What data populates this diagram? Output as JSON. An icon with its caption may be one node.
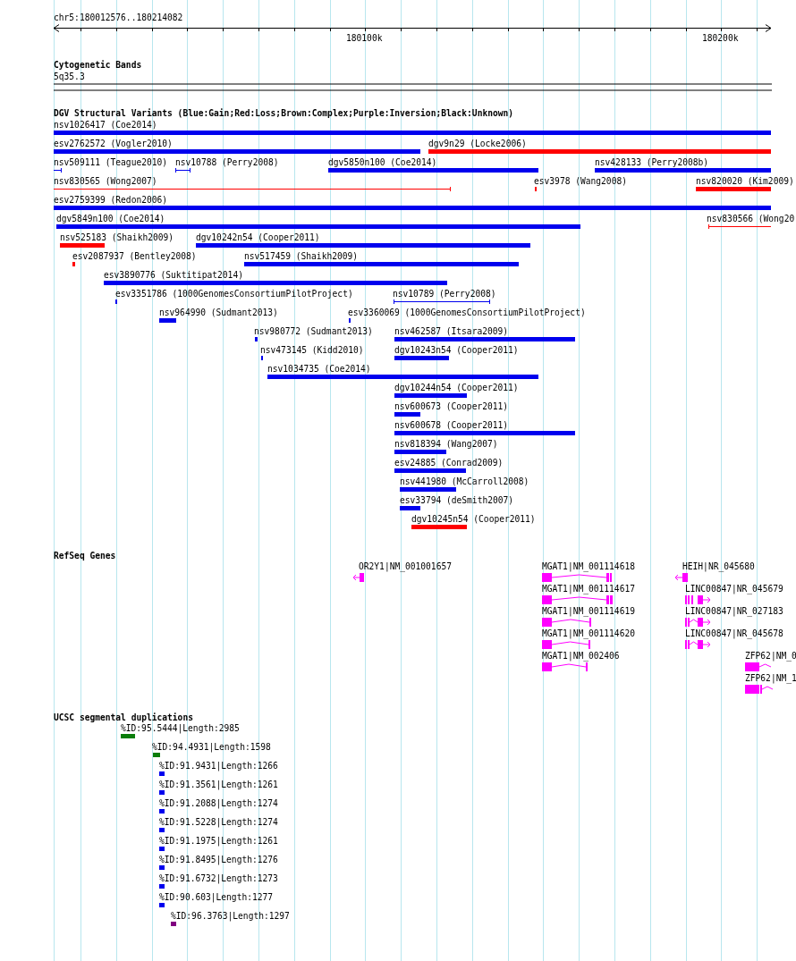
{
  "diagram": {
    "nodes": [
      {
        "text": [
          "nsv1026417 (Coe2014)"
        ]
      },
      {
        "text": [
          "esv2762572 (Vogler2010)"
        ]
      },
      {
        "text": [
          "dgv9n29 (Locke2006)"
        ]
      },
      {
        "text": [
          "nsv509111 (Teague2010)"
        ]
      },
      {
        "text": [
          "nsv10788 (Perry2008)"
        ]
      },
      {
        "text": [
          "dgv5850n100 (Coe2014)"
        ]
      },
      {
        "text": [
          "nsv428133 (Perry2008b)"
        ]
      },
      {
        "text": [
          "nsv830565 (Wong2007)"
        ]
      },
      {
        "text": [
          "esv3978 (Wang2008)"
        ]
      },
      {
        "text": [
          "nsv820020 (Kim2009)"
        ]
      },
      {
        "text": [
          "esv2759399 (Redon2006)"
        ]
      },
      {
        "text": [
          "dgv5849n100 (Coe2014)"
        ]
      },
      {
        "text": [
          "nsv830566 (Wong20"
        ]
      },
      {
        "text": [
          "nsv525183 (Shaikh2009)"
        ]
      },
      {
        "text": [
          "dgv10242n54 (Cooper2011)"
        ]
      },
      {
        "text": [
          "esv2087937 (Bentley2008)"
        ]
      },
      {
        "text": [
          "nsv517459 (Shaikh2009)"
        ]
      },
      {
        "text": [
          "esv3890776 (Suktitipat2014)"
        ]
      },
      {
        "text": [
          "esv3351786 (1000GenomesConsortiumPilotProject)"
        ]
      },
      {
        "text": [
          "nsv10789 (Perry2008)"
        ]
      },
      {
        "text": [
          "nsv964990 (Sudmant2013)"
        ]
      },
      {
        "text": [
          "esv3360069 (1000GenomesConsortiumPilotProject)"
        ]
      },
      {
        "text": [
          "nsv980772 (Sudmant2013)"
        ]
      },
      {
        "text": [
          "nsv462587 (Itsara2009)"
        ]
      },
      {
        "text": [
          "nsv473145 (Kidd2010)"
        ]
      },
      {
        "text": [
          "dgv10243n54 (Cooper2011)"
        ]
      },
      {
        "text": [
          "nsv1034735 (Coe2014)"
        ]
      },
      {
        "text": [
          "dgv10244n54 (Cooper2011)"
        ]
      },
      {
        "text": [
          "nsv600673 (Cooper2011)"
        ]
      },
      {
        "text": [
          "nsv600678 (Cooper2011)"
        ]
      },
      {
        "text": [
          "nsv818394 (Wang2007)"
        ]
      },
      {
        "text": [
          "esv24885 (Conrad2009)"
        ]
      },
      {
        "text": [
          "nsv441980 (McCarroll2008)"
        ]
      },
      {
        "text": [
          "esv33794 (deSmith2007)"
        ]
      },
      {
        "text": [
          "dgv10245n54 (Cooper2011)"
        ]
      },
      {
        "text": [
          "OR2Y1|NM_001001657"
        ]
      },
      {
        "text": [
          "MGAT1|NM_001114618"
        ]
      },
      {
        "text": [
          "MGAT1|NM_001114617"
        ]
      },
      {
        "text": [
          "MGAT1|NM_001114619"
        ]
      },
      {
        "text": [
          "MGAT1|NM_001114620"
        ]
      },
      {
        "text": [
          "MGAT1|NM_002406"
        ]
      },
      {
        "text": [
          "HEIH|NR_045680"
        ]
      },
      {
        "text": [
          "LINC00847|NR_045679"
        ]
      },
      {
        "text": [
          "LINC00847|NR_027183"
        ]
      },
      {
        "text": [
          "LINC00847|NR_045678"
        ]
      },
      {
        "text": [
          "ZFP62|NM_0"
        ]
      },
      {
        "text": [
          "ZFP62|NM_1"
        ]
      },
      {
        "text": [
          "%ID:95.5444|Length:2985"
        ]
      },
      {
        "text": [
          "%ID:94.4931|Length:1598"
        ]
      },
      {
        "text": [
          "%ID:91.9431|Length:1266"
        ]
      },
      {
        "text": [
          "%ID:91.3561|Length:1261"
        ]
      },
      {
        "text": [
          "%ID:91.2088|Length:1274"
        ]
      },
      {
        "text": [
          "%ID:91.5228|Length:1274"
        ]
      },
      {
        "text": [
          "%ID:91.1975|Length:1261"
        ]
      },
      {
        "text": [
          "%ID:91.8495|Length:1276"
        ]
      },
      {
        "text": [
          "%ID:91.6732|Length:1273"
        ]
      },
      {
        "text": [
          "%ID:90.603|Length:1277"
        ]
      },
      {
        "text": [
          "%ID:96.3763|Length:1297"
        ]
      }
    ],
    "edges": [],
    "labels": [
      "chr5:180012576..180214082",
      "180100k",
      "180200k",
      "Cytogenetic Bands",
      "5q35.3",
      "DGV Structural Variants (Blue:Gain;Red:Loss;Brown:Complex;Purple:Inversion;Black:Unknown)",
      "RefSeq Genes",
      "UCSC segmental duplications"
    ]
  }
}
